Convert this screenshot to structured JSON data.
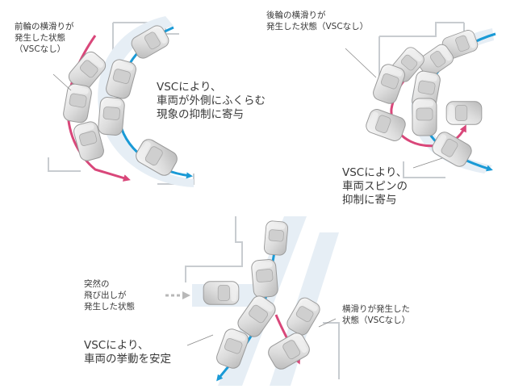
{
  "scenes": {
    "understeer": {
      "condition_label": "前輪の横滑りが\n発生した状態\n（VSCなし）",
      "vsc_effect_label": "VSCにより、\n車両が外側にふくらむ\n現象の抑制に寄与"
    },
    "oversteer": {
      "condition_label": "後輪の横滑りが\n発生した状態（VSCなし）",
      "vsc_effect_label": "VSCにより、\n車両スピンの\n抑制に寄与"
    },
    "avoidance": {
      "trigger_label": "突然の\n飛び出しが\n発生した状態",
      "condition_label": "横滑りが発生した\n状態（VSCなし）",
      "vsc_effect_label": "VSCにより、\n車両の挙動を安定"
    }
  },
  "colors": {
    "with_vsc_arrow": "#1a9ad6",
    "without_vsc_arrow": "#d9477a",
    "road_edge": "#c8ccd0",
    "road_band": "#e6eef5",
    "car_body": "#e4e4e4"
  },
  "icons": [
    "car-icon",
    "arrow-blue-icon",
    "arrow-pink-icon",
    "approach-arrow-icon"
  ]
}
